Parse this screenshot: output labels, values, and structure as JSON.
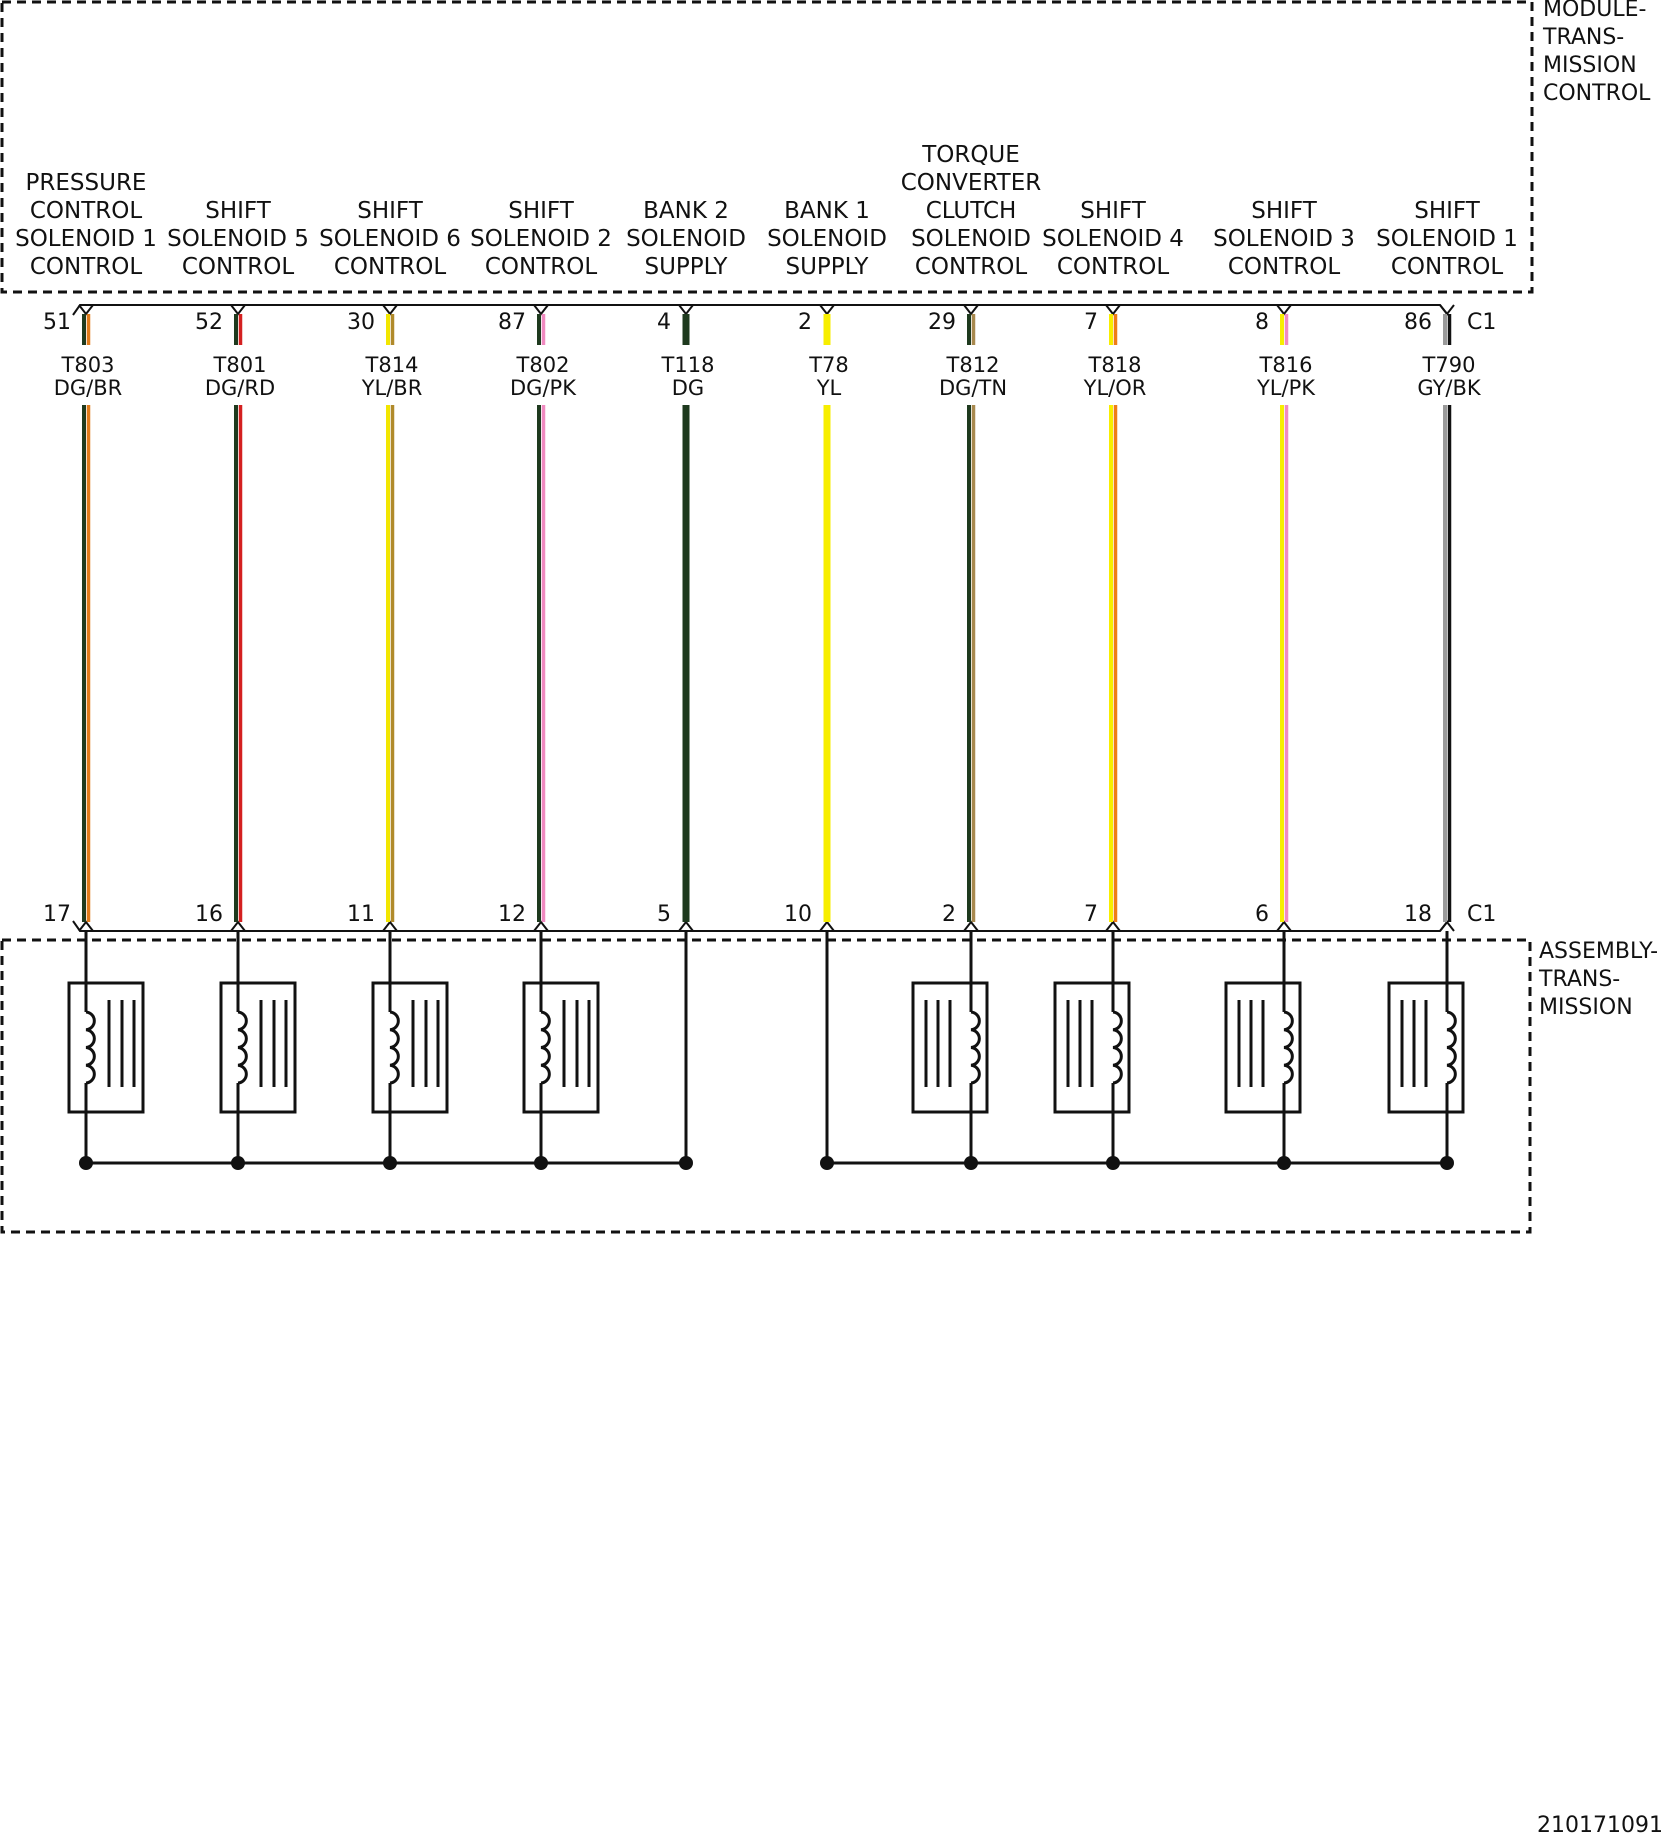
{
  "module": {
    "title_lines": [
      "MODULE-",
      "TRANS-",
      "MISSION",
      "CONTROL"
    ],
    "connector": "C1"
  },
  "assembly": {
    "title_lines": [
      "ASSEMBLY-",
      "TRANS-",
      "MISSION"
    ],
    "connector": "C1"
  },
  "circuits": [
    {
      "label_lines": [
        "PRESSURE",
        "CONTROL",
        "SOLENOID 1",
        "CONTROL"
      ],
      "module_pin": "51",
      "circuit": "T803",
      "color_code": "DG/BR",
      "assembly_pin": "17",
      "colors": [
        "#1e3a1e",
        "#e07b1a"
      ],
      "has_solenoid": true,
      "coil_side": "left"
    },
    {
      "label_lines": [
        "SHIFT",
        "SOLENOID 5",
        "CONTROL"
      ],
      "module_pin": "52",
      "circuit": "T801",
      "color_code": "DG/RD",
      "assembly_pin": "16",
      "colors": [
        "#1e3a1e",
        "#d42020"
      ],
      "has_solenoid": true,
      "coil_side": "left"
    },
    {
      "label_lines": [
        "SHIFT",
        "SOLENOID 6",
        "CONTROL"
      ],
      "module_pin": "30",
      "circuit": "T814",
      "color_code": "YL/BR",
      "assembly_pin": "11",
      "colors": [
        "#f2e600",
        "#b08a2a"
      ],
      "has_solenoid": true,
      "coil_side": "left"
    },
    {
      "label_lines": [
        "SHIFT",
        "SOLENOID 2",
        "CONTROL"
      ],
      "module_pin": "87",
      "circuit": "T802",
      "color_code": "DG/PK",
      "assembly_pin": "12",
      "colors": [
        "#1e3a1e",
        "#f08ac0"
      ],
      "has_solenoid": true,
      "coil_side": "left"
    },
    {
      "label_lines": [
        "BANK 2",
        "SOLENOID",
        "SUPPLY"
      ],
      "module_pin": "4",
      "circuit": "T118",
      "color_code": "DG",
      "assembly_pin": "5",
      "colors": [
        "#1e3a1e"
      ],
      "has_solenoid": false,
      "coil_side": "left"
    },
    {
      "label_lines": [
        "BANK 1",
        "SOLENOID",
        "SUPPLY"
      ],
      "module_pin": "2",
      "circuit": "T78",
      "color_code": "YL",
      "assembly_pin": "10",
      "colors": [
        "#f7ee00"
      ],
      "has_solenoid": false,
      "coil_side": "right"
    },
    {
      "label_lines": [
        "TORQUE",
        "CONVERTER",
        "CLUTCH",
        "SOLENOID",
        "CONTROL"
      ],
      "module_pin": "29",
      "circuit": "T812",
      "color_code": "DG/TN",
      "assembly_pin": "2",
      "colors": [
        "#1e3a1e",
        "#a8894e"
      ],
      "has_solenoid": true,
      "coil_side": "right"
    },
    {
      "label_lines": [
        "SHIFT",
        "SOLENOID 4",
        "CONTROL"
      ],
      "module_pin": "7",
      "circuit": "T818",
      "color_code": "YL/OR",
      "assembly_pin": "7",
      "colors": [
        "#f7ee00",
        "#ef7d16"
      ],
      "has_solenoid": true,
      "coil_side": "right"
    },
    {
      "label_lines": [
        "SHIFT",
        "SOLENOID 3",
        "CONTROL"
      ],
      "module_pin": "8",
      "circuit": "T816",
      "color_code": "YL/PK",
      "assembly_pin": "6",
      "colors": [
        "#f7ee00",
        "#f08ac0"
      ],
      "has_solenoid": true,
      "coil_side": "right"
    },
    {
      "label_lines": [
        "SHIFT",
        "SOLENOID 1",
        "CONTROL"
      ],
      "module_pin": "86",
      "circuit": "T790",
      "color_code": "GY/BK",
      "assembly_pin": "18",
      "colors": [
        "#9a9a9a",
        "#111111"
      ],
      "has_solenoid": true,
      "coil_side": "right"
    }
  ],
  "footer": {
    "id": "210171091"
  }
}
